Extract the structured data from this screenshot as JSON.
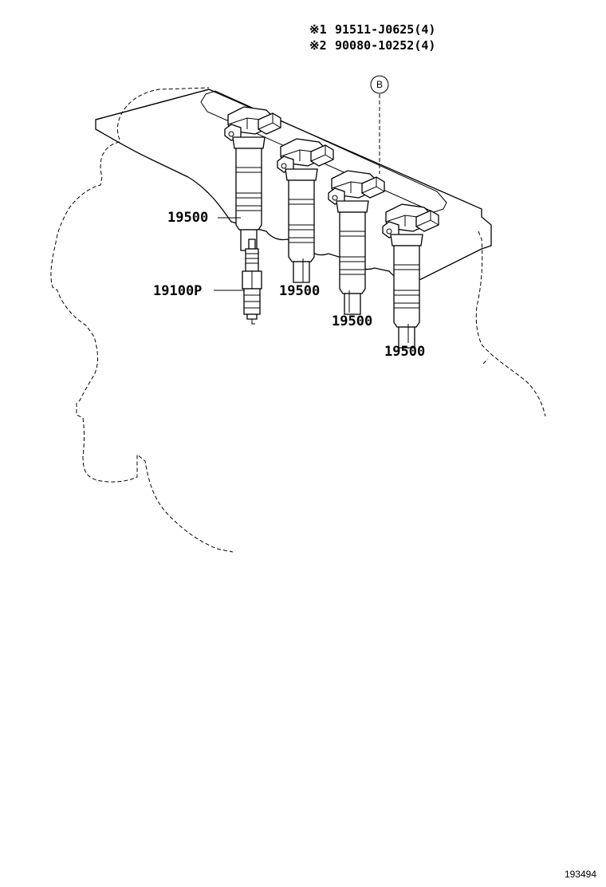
{
  "fasteners": [
    {
      "mark": "※1",
      "part_number": "91511-J0625(4)"
    },
    {
      "mark": "※2",
      "part_number": "90080-10252(4)"
    }
  ],
  "callout_marker": "B",
  "parts": {
    "coil_1": "19500",
    "coil_2": "19500",
    "coil_3": "19500",
    "coil_4": "19500",
    "spark_plug": "19100P"
  },
  "figure_id": "193494",
  "icons": {
    "engine": "engine-block-outline-icon",
    "coil": "ignition-coil-icon",
    "plug": "spark-plug-icon",
    "marker": "circle-letter-marker-icon"
  },
  "colors": {
    "line": "#000000",
    "background": "#ffffff"
  }
}
